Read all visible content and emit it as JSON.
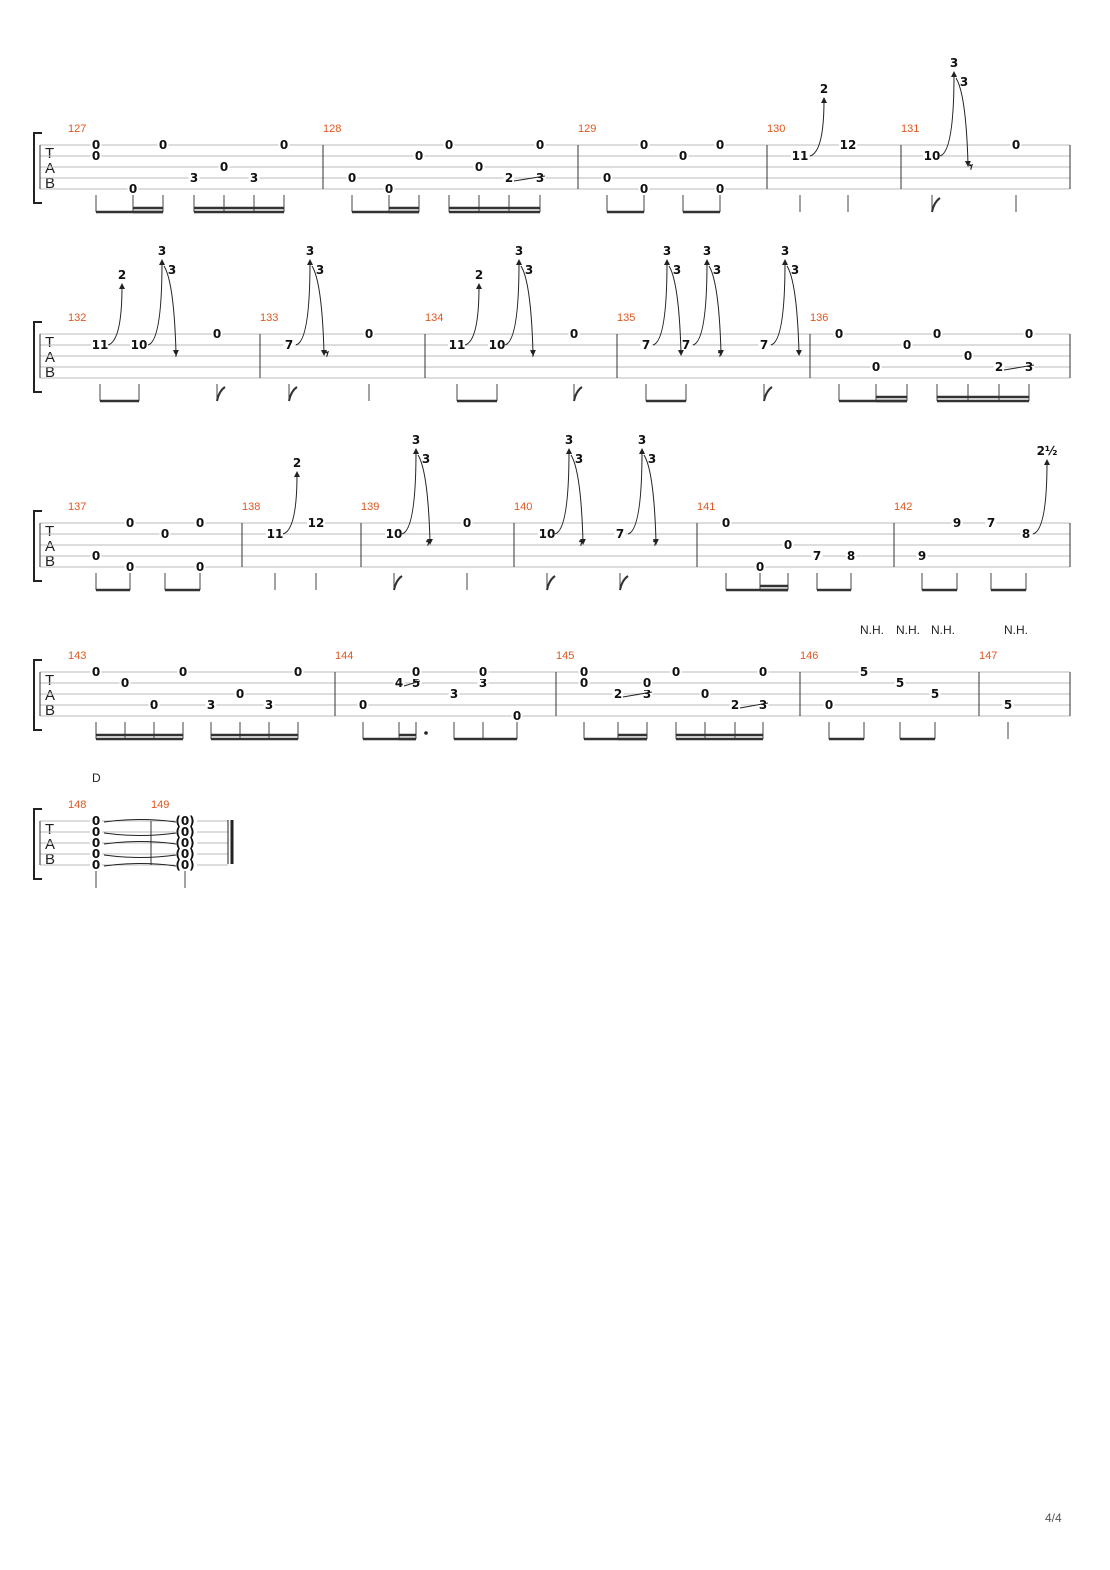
{
  "page_number": "4/4",
  "tab_label": [
    "T",
    "A",
    "B"
  ],
  "chord_label": "D",
  "harmonic_label": "N.H.",
  "bend_labels": {
    "full": "2",
    "one_half": "3",
    "two_half": "2½"
  },
  "measures": [
    "127",
    "128",
    "129",
    "130",
    "131",
    "132",
    "133",
    "134",
    "135",
    "136",
    "137",
    "138",
    "139",
    "140",
    "141",
    "142",
    "143",
    "144",
    "145",
    "146",
    "147",
    "148",
    "149"
  ],
  "systems": [
    {
      "measures": [
        "127",
        "128",
        "129",
        "130",
        "131"
      ]
    },
    {
      "measures": [
        "132",
        "133",
        "134",
        "135",
        "136"
      ]
    },
    {
      "measures": [
        "137",
        "138",
        "139",
        "140",
        "141",
        "142"
      ]
    },
    {
      "measures": [
        "143",
        "144",
        "145",
        "146",
        "147"
      ]
    },
    {
      "measures": [
        "148",
        "149"
      ]
    }
  ],
  "ending_chord": {
    "frets": [
      "0",
      "0",
      "0",
      "0",
      "0"
    ],
    "tied_frets": [
      "(0)",
      "(0)",
      "(0)",
      "(0)",
      "(0)"
    ]
  }
}
